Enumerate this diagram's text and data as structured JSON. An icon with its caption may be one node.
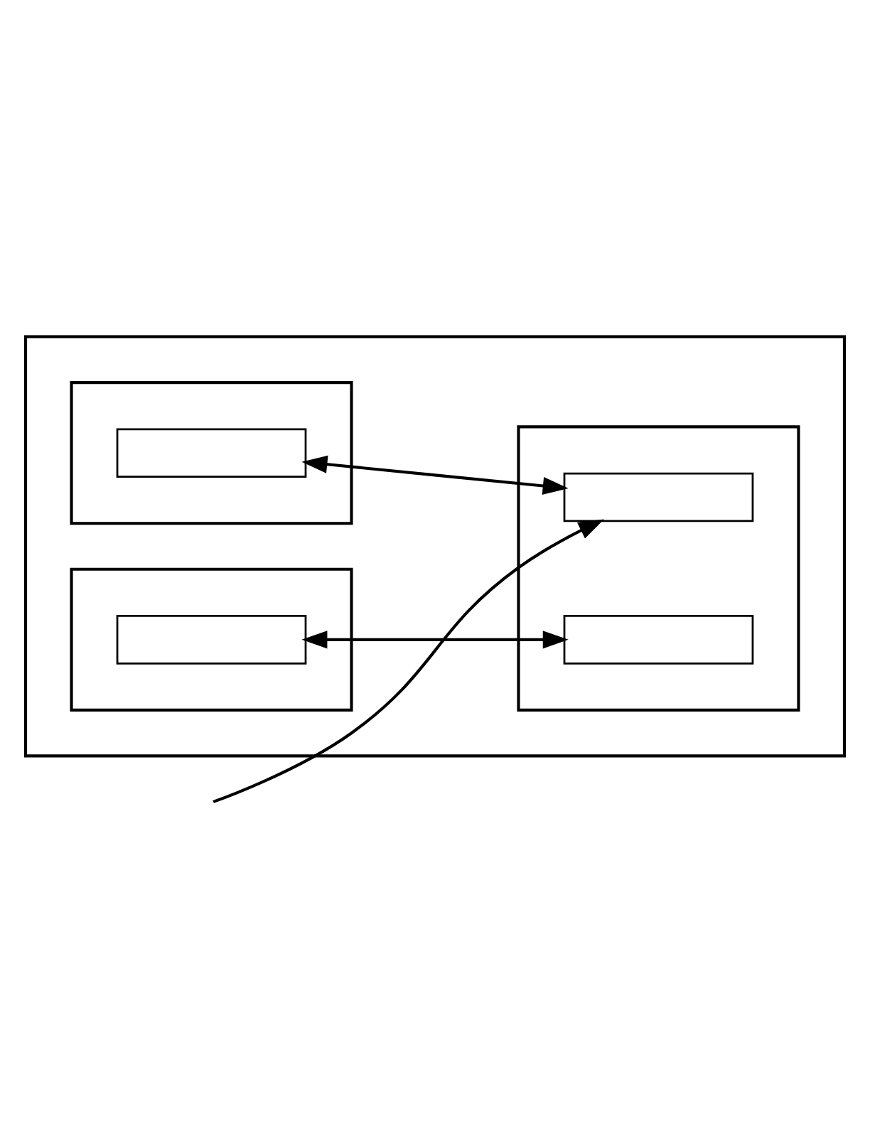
{
  "diagram": {
    "nodes": [
      {
        "text": [],
        "shape": "box"
      },
      {
        "text": [],
        "shape": "box",
        "in": 0
      },
      {
        "text": [],
        "shape": "box",
        "in": 1
      },
      {
        "text": [],
        "shape": "box",
        "in": 0
      },
      {
        "text": [],
        "shape": "box",
        "in": 3
      },
      {
        "text": [],
        "shape": "box",
        "in": 3
      },
      {
        "text": [],
        "shape": "box",
        "in": 0
      },
      {
        "text": [],
        "shape": "box",
        "in": 6
      }
    ],
    "edges": [
      {
        "from": 2,
        "to": 4,
        "arrow": "both"
      },
      {
        "from": null,
        "to": 4,
        "arrow": "to"
      },
      {
        "from": 7,
        "to": 5,
        "arrow": "both"
      }
    ]
  }
}
